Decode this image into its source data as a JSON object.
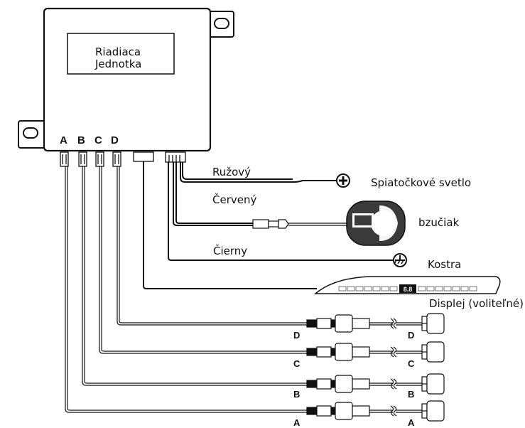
{
  "control_unit": {
    "line1": "Riadiaca",
    "line2": "Jednotka"
  },
  "ports": [
    "A",
    "B",
    "C",
    "D"
  ],
  "wires": {
    "pink": "Ružový",
    "red": "Červený",
    "black": "Čierny"
  },
  "components": {
    "reverse_light": "Spiatočkové svetlo",
    "buzzer": "bzučiak",
    "ground": "Kostra",
    "display": "Displej (voliteľné)",
    "display_readout": "8.8"
  },
  "sensors": [
    {
      "letter_left": "D",
      "letter_right": "D"
    },
    {
      "letter_left": "C",
      "letter_right": "C"
    },
    {
      "letter_left": "B",
      "letter_right": "B"
    },
    {
      "letter_left": "A",
      "letter_right": "A"
    }
  ]
}
